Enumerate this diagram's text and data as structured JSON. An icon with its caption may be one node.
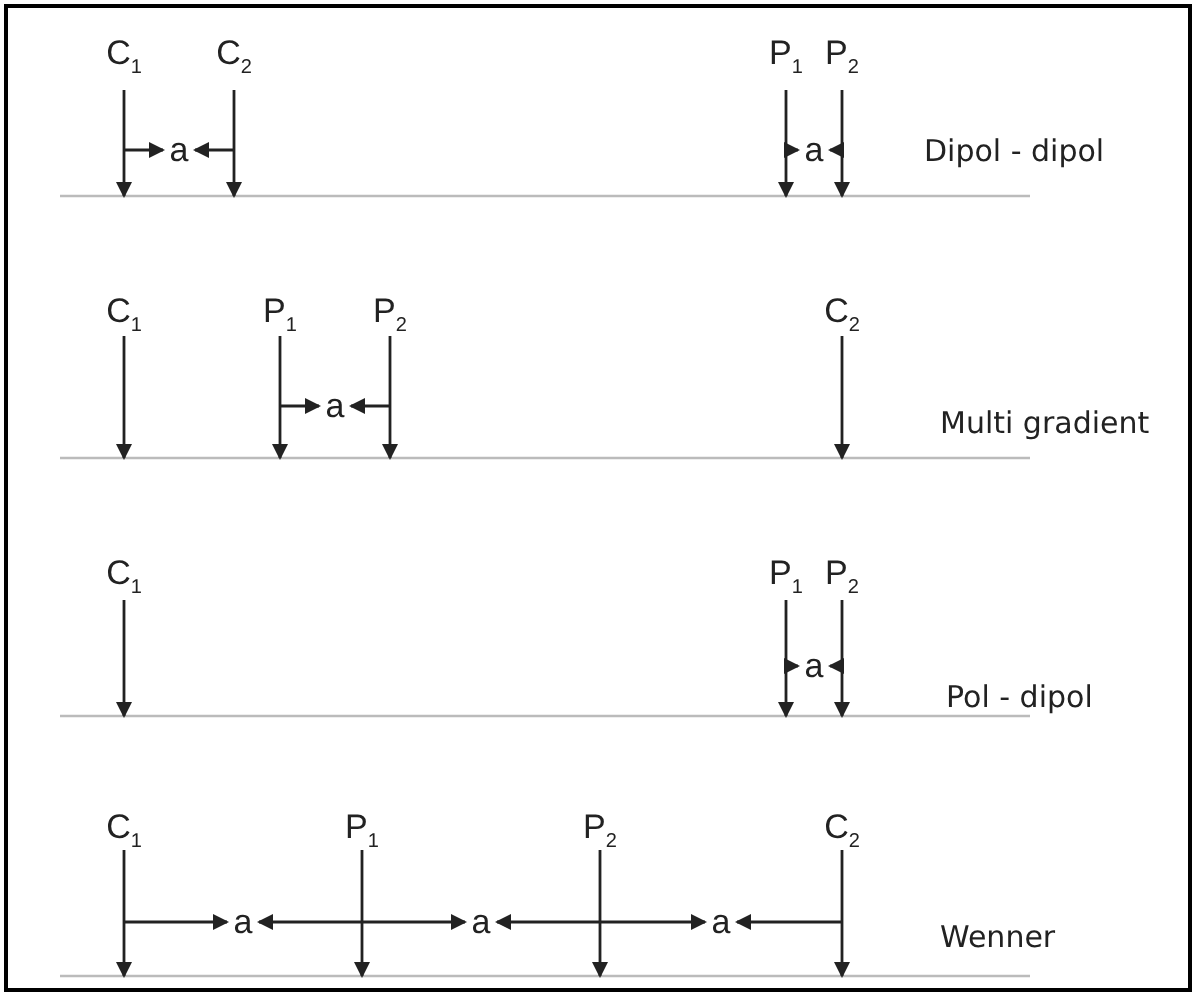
{
  "diagram": {
    "labels": [
      "C$_{1}$",
      "C$_{2}$",
      "P$_{1}$",
      "P$_{2}$",
      "a",
      "a",
      "Dipol - dipol",
      "C$_{1}$",
      "P$_{1}$",
      "P$_{2}$",
      "C$_{2}$",
      "a",
      "Multi gradient",
      "C$_{1}$",
      "P$_{1}$",
      "P$_{2}$",
      "a",
      "Pol - dipol",
      "C$_{1}$",
      "P$_{1}$",
      "P$_{2}$",
      "C$_{2}$",
      "a",
      "a",
      "a",
      "Wenner"
    ]
  }
}
